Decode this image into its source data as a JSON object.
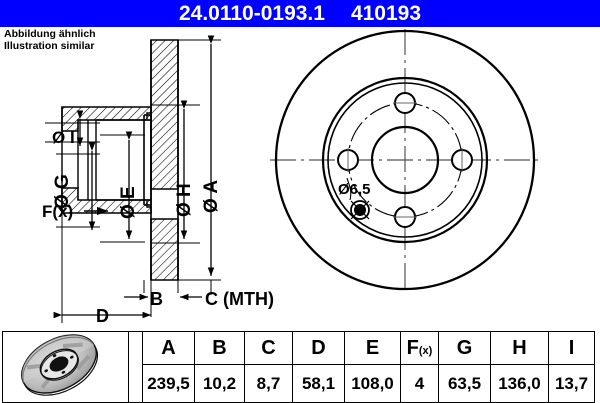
{
  "header": {
    "part_number": "24.0110-0193.1",
    "reference_number": "410193",
    "background_color": "#0000ff",
    "text_color": "#ffffff"
  },
  "note": {
    "line_de": "Abbildung ähnlich",
    "line_en": "Illustration similar"
  },
  "drawing": {
    "section_view": {
      "labels": {
        "dia_i": "Ø I",
        "dia_g": "Ø G",
        "dia_e": "Ø E",
        "dia_h": "Ø H",
        "dia_a": "Ø A",
        "fx": "F(x)",
        "b": "B",
        "c": "C (MTH)",
        "d": "D"
      }
    },
    "front_view": {
      "hole_callout": "Ø6,5",
      "bolt_holes": 4
    }
  },
  "table": {
    "headers": [
      "A",
      "B",
      "C",
      "D",
      "E",
      "F",
      "G",
      "H",
      "I"
    ],
    "header_fx_sub": "(x)",
    "values": [
      "239,5",
      "10,2",
      "8,7",
      "58,1",
      "108,0",
      "4",
      "63,5",
      "136,0",
      "13,7"
    ]
  },
  "thumbnail": {
    "name": "brake-disc-photo"
  }
}
